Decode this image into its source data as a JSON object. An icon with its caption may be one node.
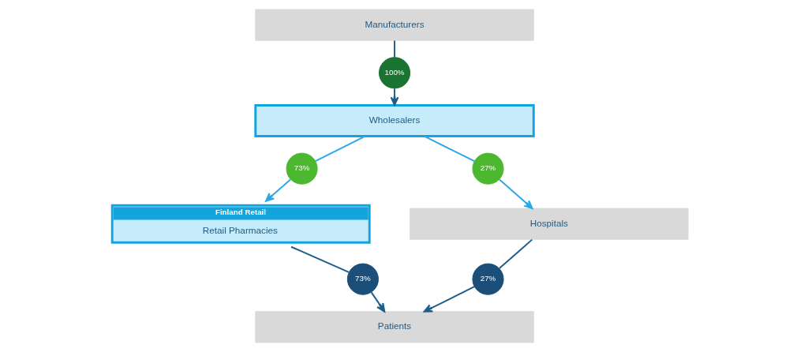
{
  "diagram": {
    "nodes": [
      {
        "text": [
          "Manufacturers"
        ]
      },
      {
        "text": [
          "Wholesalers"
        ]
      },
      {
        "text": [
          "Finland Retail",
          "Retail Pharmacies"
        ]
      },
      {
        "text": [
          "Hospitals"
        ]
      },
      {
        "text": [
          "Patients"
        ]
      },
      {
        "text": [
          "100%"
        ]
      },
      {
        "text": [
          "73%"
        ]
      },
      {
        "text": [
          "27%"
        ]
      },
      {
        "text": [
          "73%"
        ]
      },
      {
        "text": [
          "27%"
        ]
      }
    ],
    "edges": [
      {
        "from": 0,
        "to": 5,
        "arrow": "none",
        "color": "#1b5e8c"
      },
      {
        "from": 5,
        "to": 1,
        "arrow": "to",
        "color": "#1b5e8c"
      },
      {
        "from": 1,
        "to": 6,
        "arrow": "none",
        "color": "#29a8e8"
      },
      {
        "from": 6,
        "to": 2,
        "arrow": "to",
        "color": "#29a8e8"
      },
      {
        "from": 1,
        "to": 7,
        "arrow": "none",
        "color": "#29a8e8"
      },
      {
        "from": 7,
        "to": 3,
        "arrow": "to",
        "color": "#29a8e8"
      },
      {
        "from": 2,
        "to": 8,
        "arrow": "none",
        "color": "#1b5e8c"
      },
      {
        "from": 8,
        "to": 4,
        "arrow": "to",
        "color": "#1b5e8c"
      },
      {
        "from": 3,
        "to": 9,
        "arrow": "none",
        "color": "#1b5e8c"
      },
      {
        "from": 9,
        "to": 4,
        "arrow": "to",
        "color": "#1b5e8c"
      }
    ]
  }
}
